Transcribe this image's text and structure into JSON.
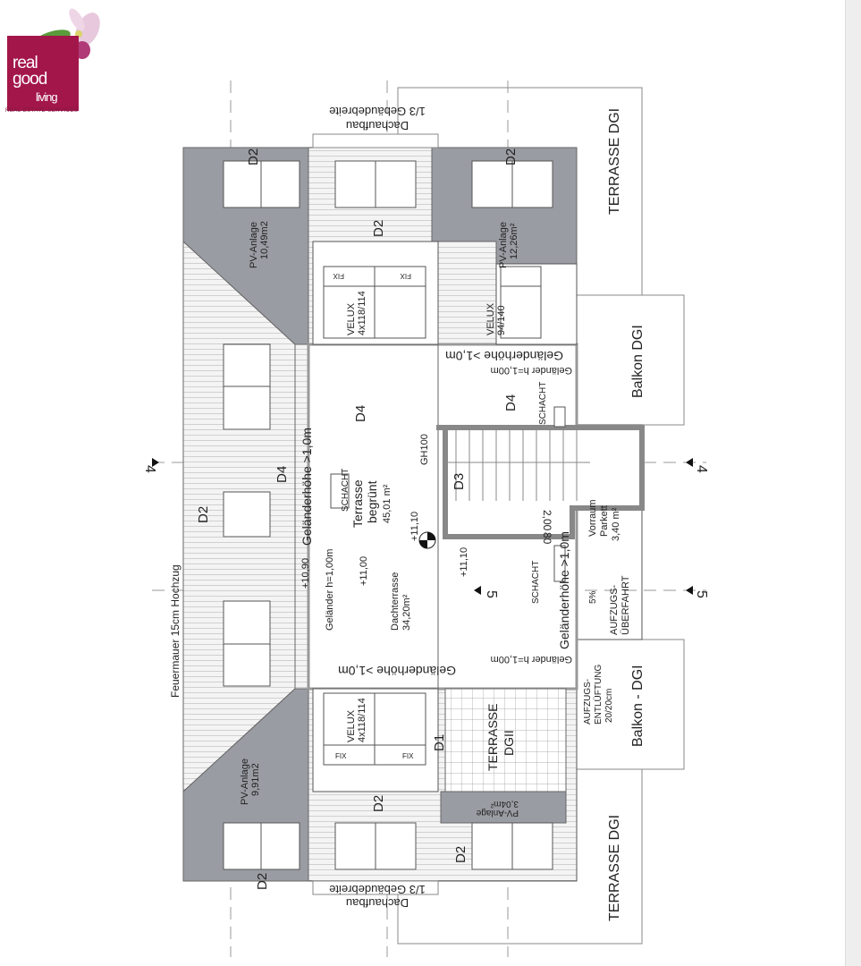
{
  "logo": {
    "line1": "real",
    "line2": "good",
    "line3": "living",
    "tagline": "REAL ESTATE SERVICES"
  },
  "plan": {
    "terrasse_dgi_top": "TERRASSE DGI",
    "terrasse_dgi_bottom": "TERRASSE DGI",
    "balkon_dgi": "Balkon DGI",
    "balkon_dgi2": "Balkon - DGI",
    "dachaufbau": "Dachaufbau",
    "gebaeudebreite": "1/3 Gebäudebreite",
    "pv1_title": "PV-Anlage",
    "pv1_area": "10,49m2",
    "pv2_title": "PV-Anlage",
    "pv2_area": "12,26m²",
    "pv3_title": "PV-Anlage",
    "pv3_area": "9,91m2",
    "pv4_title": "PV-Anlage",
    "pv4_area": "3,04m²",
    "velux1": "VELUX",
    "velux1_size": "4x118/114",
    "velux2": "VELUX",
    "velux2_size": "94/140",
    "velux3": "VELUX",
    "velux3_size": "4x118/114",
    "fix": "FIX",
    "d2": "D2",
    "d4": "D4",
    "d3": "D3",
    "d1": "D1",
    "gelaender_hoehe": "Geländerhöhe >1,0m",
    "gelaender_h": "Geländer h=1,00m",
    "schacht": "SCHACHT",
    "terrasse_begruent": "Terrasse",
    "begruent": "begrünt",
    "begruent_area": "45,01 m²",
    "dachterrasse": "Dachterrasse",
    "dachterrasse_area": "34,20m²",
    "lvl_1090": "+10,90",
    "lvl_1100": "+11,00",
    "lvl_1110a": "+11,10",
    "lvl_1110b": "+11,10",
    "gh100": "GH100",
    "vorraum": "Vorraum",
    "parkett": "Parkett",
    "vorraum_area": "3,40 m²",
    "dim_200": "2,00",
    "dim_80": "80",
    "aufzug_ueberfahrt1": "AUFZUGS-",
    "aufzug_ueberfahrt2": "ÜBERFAHRT",
    "slope": "5%",
    "aufzug_entl1": "AUFZUGS-",
    "aufzug_entl2": "ENTLÜFTUNG",
    "aufzug_entl3": "20/20cm",
    "terrasse_dgii1": "TERRASSE",
    "terrasse_dgii2": "DGII",
    "feuermauer": "Feuermauer 15cm Hochzug",
    "axis4": "4",
    "axis5": "5"
  }
}
